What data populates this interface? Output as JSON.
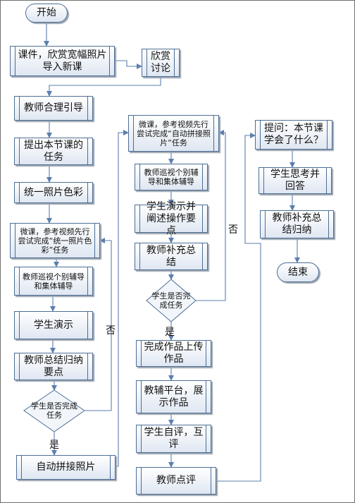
{
  "nodes": {
    "start": "开始",
    "courseware": "课件，欣赏宽幅照片导入新课",
    "appreciate": "欣赏讨论",
    "teacher_guide": "教师合理引导",
    "propose_task": "提出本节课的任务",
    "unify_color": "统一照片色彩",
    "micro_color": "微课，参考视频先行尝试完成“统一照片色彩”任务",
    "tour_help_1": "教师巡视个别辅导和集体辅导",
    "student_demo": "学生演示",
    "summary_points": "教师总结归纳要点",
    "decision_1": "学生是否完成任务",
    "auto_stitch": "自动拼接照片",
    "micro_stitch": "微课，参考视频先行尝试完成“自动拼接照片”任务",
    "tour_help_2": "教师巡视个别辅导和集体辅导",
    "student_demo_explain": "学生演示并阐述操作要点",
    "teacher_supplement": "教师补充总结",
    "decision_2": "学生是否完成任务",
    "upload_work": "完成作品上传作品",
    "platform_show": "教辅平台，展示作品",
    "self_peer_eval": "学生自评，互评",
    "teacher_comment": "教师点评",
    "question": "提问：本节课学会了什么？",
    "student_think": "学生思考并回答",
    "teacher_summary": "教师补充总结归纳",
    "end": "结束"
  },
  "labels": {
    "no_1": "否",
    "yes_1": "是",
    "no_2": "否",
    "yes_2": "是"
  }
}
